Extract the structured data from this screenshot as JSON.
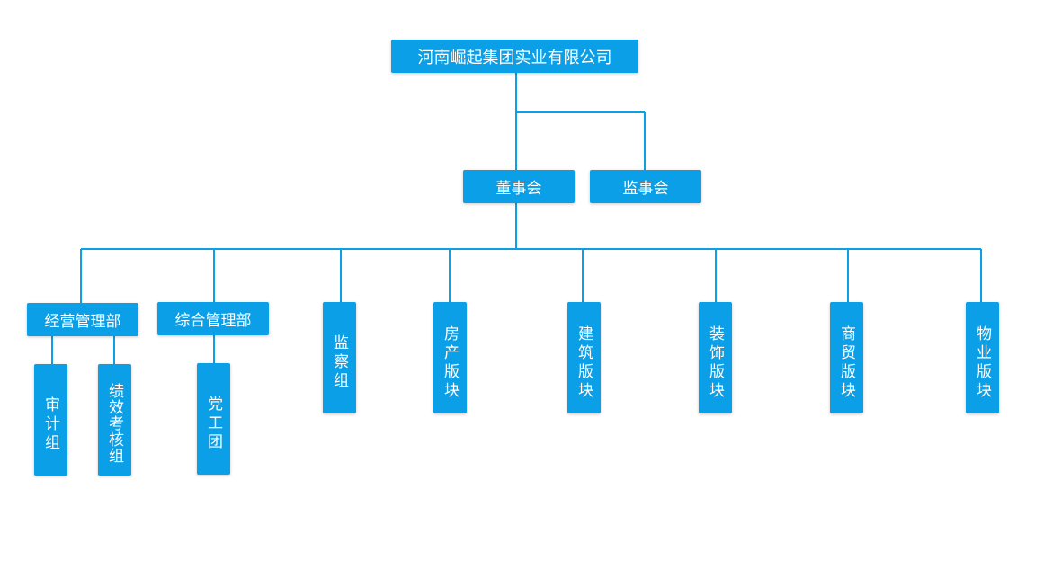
{
  "org_chart": {
    "company": "河南崛起集团实业有限公司",
    "board": "董事会",
    "supervisory_board": "监事会",
    "departments": {
      "operations_management": "经营管理部",
      "general_management": "综合管理部",
      "inspection_group": "监察组",
      "real_estate_segment": "房产版块",
      "construction_segment": "建筑版块",
      "decoration_segment": "装饰版块",
      "commerce_trade_segment": "商贸版块",
      "property_segment": "物业版块"
    },
    "sub_units": {
      "audit_group": "审计组",
      "performance_assessment_group": "绩效考核组",
      "party_league": "党工团"
    },
    "colors": {
      "box_fill": "#0a9fe6",
      "connector": "#0da0e4",
      "text": "#ffffff"
    }
  }
}
